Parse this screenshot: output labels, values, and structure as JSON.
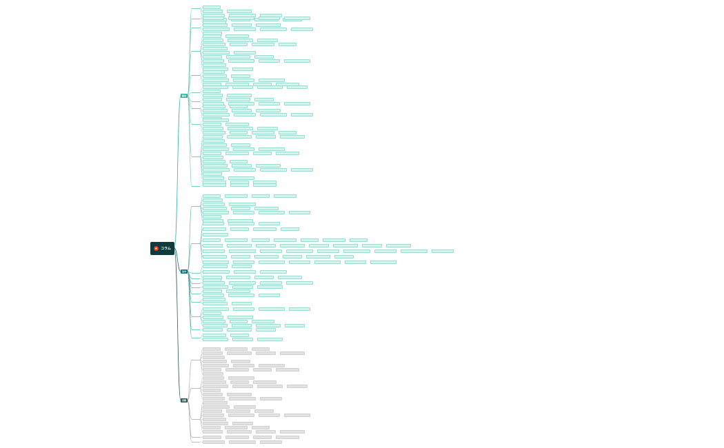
{
  "central": {
    "title": "コラム",
    "logo_icon": "red-circle-logo-icon"
  },
  "colors": {
    "teal_leaf": "#d9f2ef",
    "gray_leaf": "#e2e2e2",
    "central": "#0e3b3c"
  },
  "categories": [
    {
      "label": "経営",
      "color": "#2cb3a3"
    },
    {
      "label": "法令",
      "color": "#1e6f79"
    },
    {
      "label": "労務",
      "color": "#2f5d55"
    }
  ]
}
